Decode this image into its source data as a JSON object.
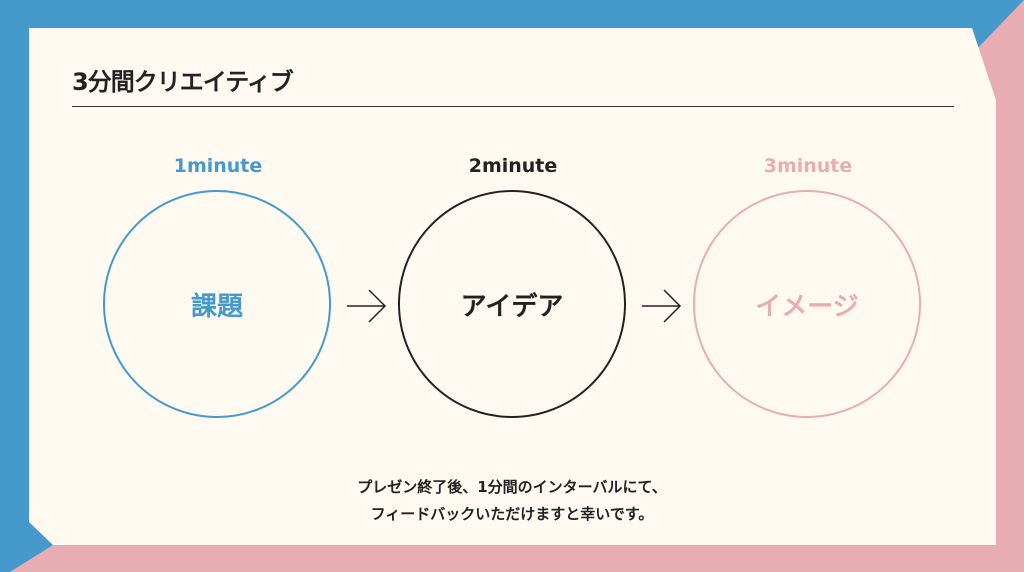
{
  "title": "3分間クリエイティブ",
  "steps": [
    {
      "time": "1minute",
      "label": "課題",
      "color": "#4599cb"
    },
    {
      "time": "2minute",
      "label": "アイデア",
      "color": "#222222"
    },
    {
      "time": "3minute",
      "label": "イメージ",
      "color": "#e8adb2"
    }
  ],
  "note": {
    "line1": "プレゼン終了後、1分間のインターバルにて、",
    "line2": "フィードバックいただけますと幸いです。"
  }
}
